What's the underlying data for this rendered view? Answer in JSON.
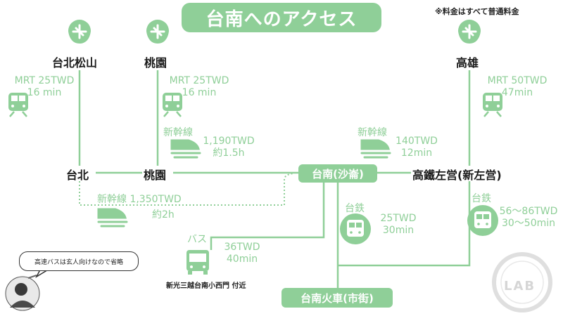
{
  "title": "台南へのアクセス",
  "note": "※料金はすべて普通料金",
  "cities": {
    "taipei_songshan": "台北松山",
    "taoyuan_airport": "桃園",
    "kaohsiung_airport": "高雄",
    "taipei": "台北",
    "taoyuan": "桃園",
    "zuoying": "高鐵左営(新左営)"
  },
  "hubs": {
    "tainan_hsr": "台南(沙崙)",
    "tainan_station": "台南火車(市街)"
  },
  "mrt_songshan": {
    "line1": "MRT 25TWD",
    "line2": "16 min"
  },
  "mrt_taoyuan": {
    "line1": "MRT 25TWD",
    "line2": "16 min"
  },
  "mrt_kaohsiung": {
    "line1": "MRT 50TWD",
    "line2": "47min"
  },
  "hsr_taoyuan": {
    "name": "新幹線",
    "line1": "1,190TWD",
    "line2": "約1.5h"
  },
  "hsr_taipei": {
    "line1": "新幹線 1,350TWD",
    "line2": "約2h"
  },
  "hsr_zuoying": {
    "name": "新幹線",
    "line1": "140TWD",
    "line2": "12min"
  },
  "rail_shalun": {
    "name": "台鉄",
    "line1": "25TWD",
    "line2": "30min"
  },
  "rail_zuoying": {
    "name": "台鉄",
    "line1": "56〜86TWD",
    "line2": "30〜50min"
  },
  "bus": {
    "name": "バス",
    "line1": "36TWD",
    "line2": "40min",
    "stop": "新光三越台南小西門 付近"
  },
  "bubble": "高速バスは玄人向けなので省略",
  "watermark": "LAB",
  "colors": {
    "accent": "#8fcf98",
    "text": "#1b1b1b",
    "white": "#ffffff"
  },
  "icons": [
    "airport-pin-icon",
    "train-icon",
    "bullet-train-icon",
    "bus-icon",
    "avatar"
  ]
}
